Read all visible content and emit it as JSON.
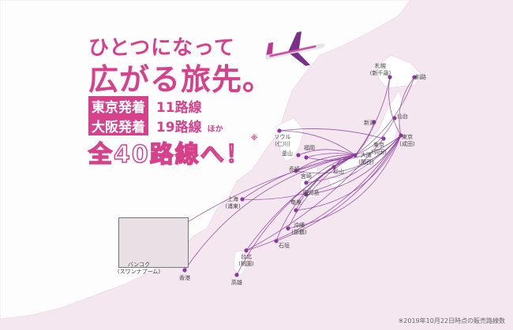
{
  "headline": {
    "line1": "ひとつになって",
    "line2": "広がる旅先。"
  },
  "routes": {
    "tokyo_label": "東京発着",
    "tokyo_count": "11路線",
    "osaka_label": "大阪発着",
    "osaka_count": "19路線",
    "osaka_suffix": "ほか",
    "total": "全40路線へ！",
    "total_mark": "※"
  },
  "footnote": "※2019年10月22日時点の販売路線数",
  "colors": {
    "brand_magenta": "#d6418c",
    "route_purple": "#8a3a9a",
    "land": "#ffffff",
    "sea": "#f5e7f0"
  },
  "cities": [
    {
      "id": "sapporo",
      "label": "札幌\n(新千歳)"
    },
    {
      "id": "kushiro",
      "label": "釧路"
    },
    {
      "id": "sendai",
      "label": "仙台"
    },
    {
      "id": "niigata",
      "label": "新潟"
    },
    {
      "id": "narita",
      "label": "東京\n(成田)"
    },
    {
      "id": "haneda",
      "label": "東京\n(羽田)"
    },
    {
      "id": "kansai",
      "label": "大阪\n(関西)"
    },
    {
      "id": "seoul",
      "label": "ソウル\n(仁川)"
    },
    {
      "id": "busan",
      "label": "釜山"
    },
    {
      "id": "fukuoka",
      "label": "福岡"
    },
    {
      "id": "nagasaki",
      "label": "長崎"
    },
    {
      "id": "matsuyama",
      "label": "松山"
    },
    {
      "id": "miyazaki",
      "label": "宮崎"
    },
    {
      "id": "kagoshima",
      "label": "鹿児島"
    },
    {
      "id": "amami",
      "label": "奄美"
    },
    {
      "id": "shanghai",
      "label": "上海\n(浦東)"
    },
    {
      "id": "okinawa",
      "label": "沖縄\n(那覇)"
    },
    {
      "id": "ishigaki",
      "label": "石垣"
    },
    {
      "id": "taipei",
      "label": "台北\n(桃園)"
    },
    {
      "id": "kaohsiung",
      "label": "高雄"
    },
    {
      "id": "hongkong",
      "label": "香港"
    },
    {
      "id": "bangkok",
      "label": "バンコク\n(スワンナプーム)"
    }
  ]
}
